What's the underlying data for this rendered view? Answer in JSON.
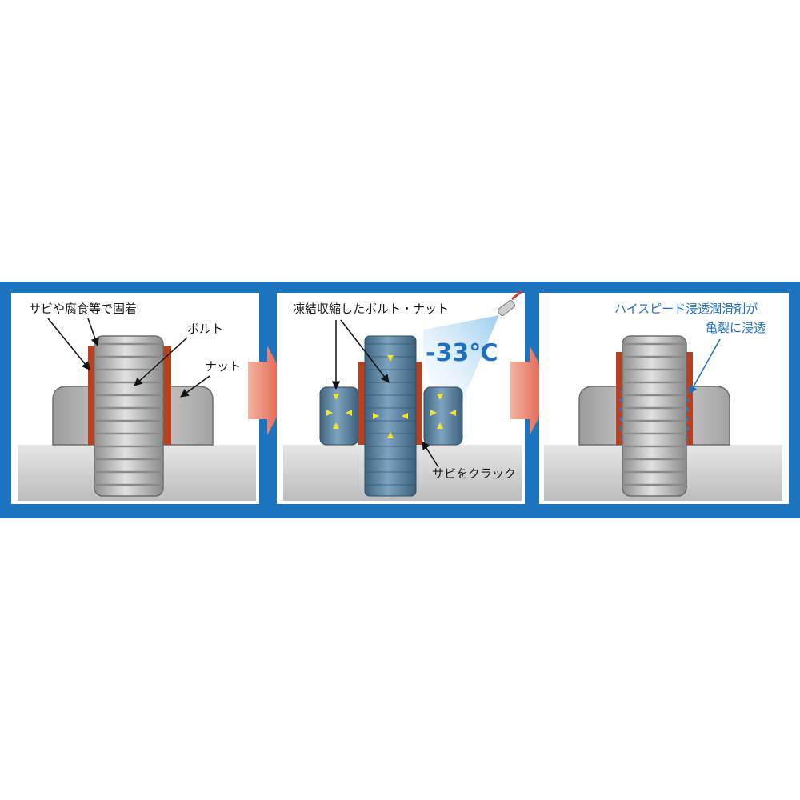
{
  "panels": [
    {
      "labels": {
        "fixed": "サビや腐食等で固着",
        "bolt": "ボルト",
        "nut": "ナット"
      }
    },
    {
      "labels": {
        "frozen": "凍結収縮したボルト・ナット",
        "temperature": "-33℃",
        "crack": "サビをクラック"
      }
    },
    {
      "labels": {
        "penetrant_line1": "ハイスピード浸透潤滑剤が",
        "penetrant_line2": "亀裂に浸透"
      }
    }
  ],
  "colors": {
    "frame": "#1c73be",
    "arrow": "#e0523a",
    "rust": "#b8401f",
    "lubricant": "#1e7fd8",
    "cold_metal": "#5f87a6",
    "metal": "#b9b9b9",
    "base": "#d3d3d3",
    "spray_cone": "#a9d4f2",
    "shrink_arrows": "#f2e233"
  },
  "icons": {
    "flow_arrows": "right-arrow-icon",
    "spray": "spray-can-icon"
  }
}
